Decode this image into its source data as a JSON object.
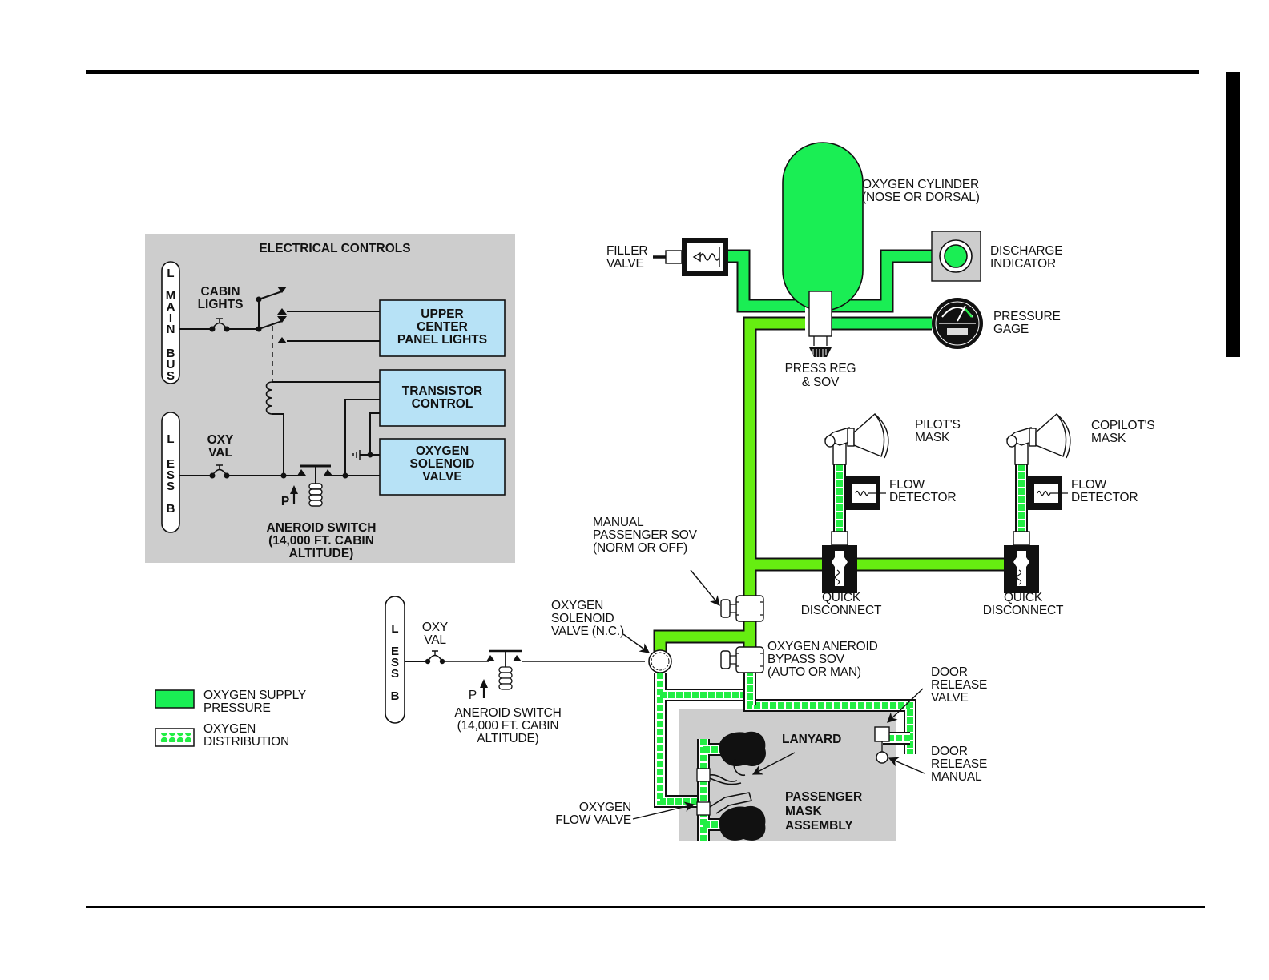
{
  "colors": {
    "supply": "#1aee54",
    "supply_lower": "#66ee11",
    "distribution_dot": "#22ee44",
    "panel_gray": "#cdcdcd",
    "box_blue": "#b7e2f6"
  },
  "electrical_controls": {
    "title": "ELECTRICAL CONTROLS",
    "main_bus": [
      "L",
      "M",
      "A",
      "I",
      "N",
      "B",
      "U",
      "S"
    ],
    "ess_bus": [
      "L",
      "E",
      "S",
      "S",
      "B"
    ],
    "cabin_lights": [
      "CABIN",
      "LIGHTS"
    ],
    "oxy_val": [
      "OXY",
      "VAL"
    ],
    "boxes": [
      {
        "lines": [
          "UPPER",
          "CENTER",
          "PANEL LIGHTS"
        ]
      },
      {
        "lines": [
          "TRANSISTOR",
          "CONTROL"
        ]
      },
      {
        "lines": [
          "OXYGEN",
          "SOLENOID",
          "VALVE"
        ]
      }
    ],
    "pressure_symbol": "P",
    "aneroid": [
      "ANEROID SWITCH",
      "(14,000 FT. CABIN",
      "ALTITUDE)"
    ]
  },
  "lower_circuit": {
    "ess_bus": [
      "L",
      "E",
      "S",
      "S",
      "B"
    ],
    "oxy_val": [
      "OXY",
      "VAL"
    ],
    "pressure_symbol": "P",
    "aneroid": [
      "ANEROID SWITCH",
      "(14,000 FT. CABIN",
      "ALTITUDE)"
    ]
  },
  "legend": {
    "items": [
      {
        "lines": [
          "OXYGEN SUPPLY",
          "PRESSURE"
        ],
        "kind": "supply"
      },
      {
        "lines": [
          "OXYGEN",
          "DISTRIBUTION"
        ],
        "kind": "distribution"
      }
    ]
  },
  "labels": {
    "cylinder": [
      "OXYGEN CYLINDER",
      "(NOSE OR DORSAL)"
    ],
    "filler": [
      "FILLER",
      "VALVE"
    ],
    "discharge": [
      "DISCHARGE",
      "INDICATOR"
    ],
    "gage": [
      "PRESSURE",
      "GAGE"
    ],
    "press_reg": [
      "PRESS REG",
      "& SOV"
    ],
    "pilot_mask": [
      "PILOT'S",
      "MASK"
    ],
    "copilot_mask": [
      "COPILOT'S",
      "MASK"
    ],
    "flow_detector_1": [
      "FLOW",
      "DETECTOR"
    ],
    "flow_detector_2": [
      "FLOW",
      "DETECTOR"
    ],
    "quick_disconnect_1": [
      "QUICK",
      "DISCONNECT"
    ],
    "quick_disconnect_2": [
      "QUICK",
      "DISCONNECT"
    ],
    "manual_sov": [
      "MANUAL",
      "PASSENGER SOV",
      "(NORM OR OFF)"
    ],
    "solenoid_valve": [
      "OXYGEN",
      "SOLENOID",
      "VALVE (N.C.)"
    ],
    "bypass_sov": [
      "OXYGEN ANEROID",
      "BYPASS SOV",
      "(AUTO OR MAN)"
    ],
    "door_release_valve": [
      "DOOR",
      "RELEASE",
      "VALVE"
    ],
    "door_release_manual": [
      "DOOR",
      "RELEASE",
      "MANUAL"
    ],
    "lanyard": [
      "LANYARD"
    ],
    "flow_valve": [
      "OXYGEN",
      "FLOW VALVE"
    ],
    "passenger_mask": [
      "PASSENGER",
      "MASK",
      "ASSEMBLY"
    ]
  }
}
